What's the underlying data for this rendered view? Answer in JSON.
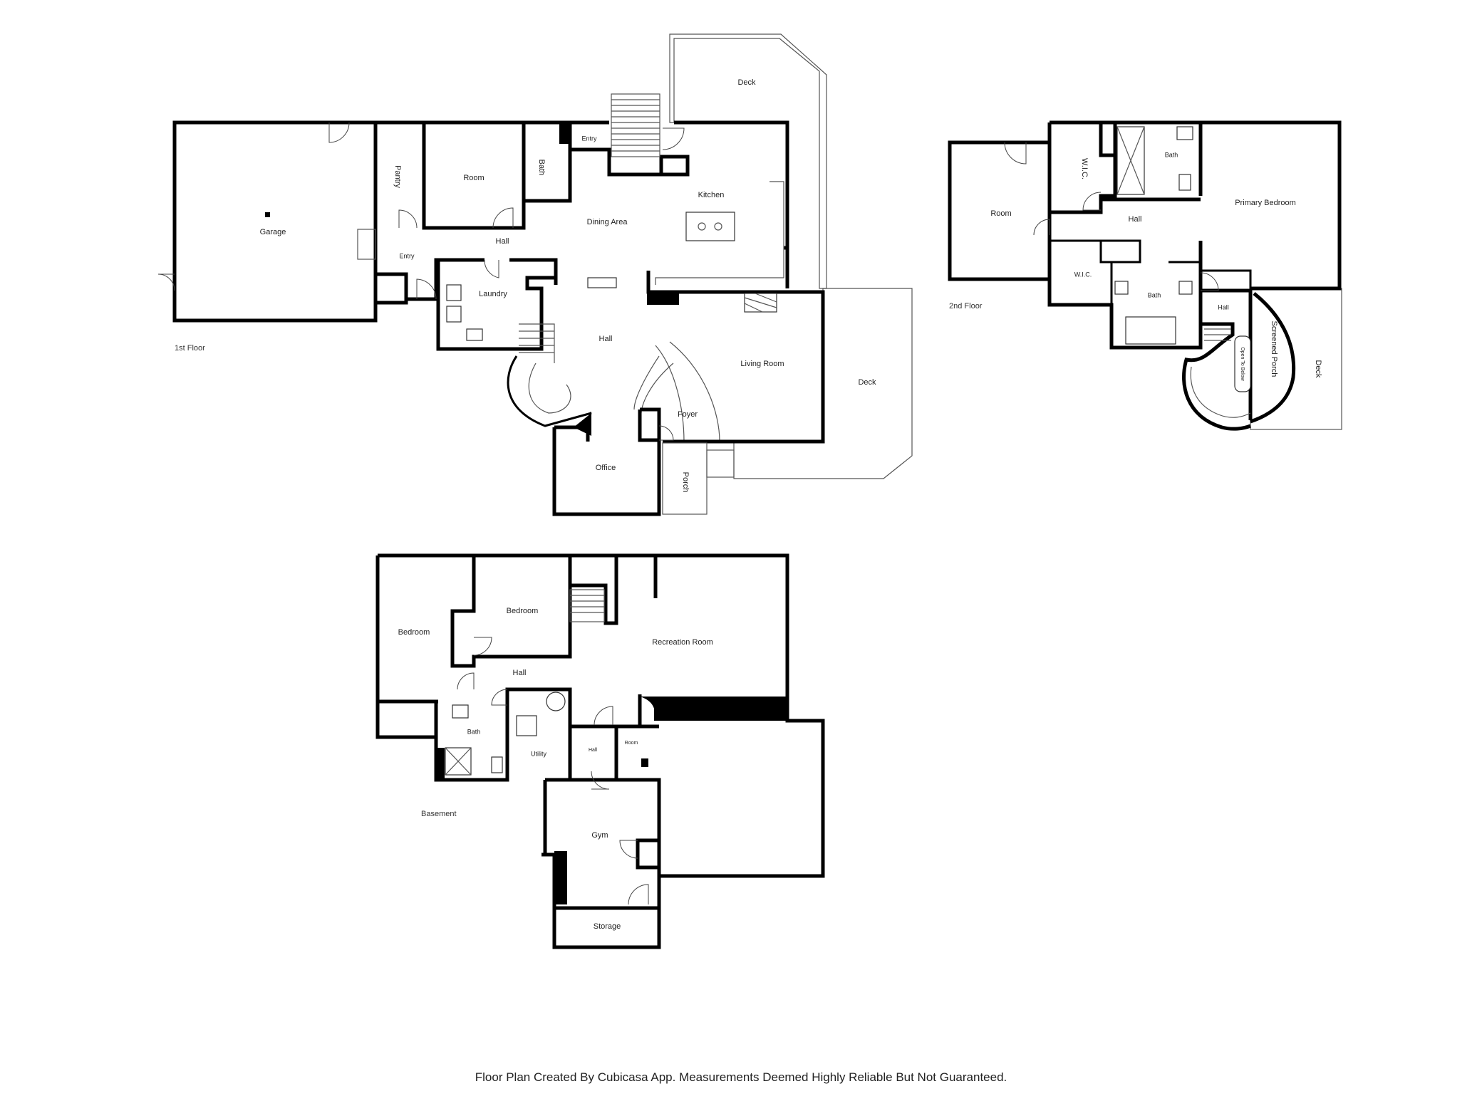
{
  "floors": {
    "first": {
      "label": "1st Floor",
      "rooms": {
        "garage": "Garage",
        "pantry": "Pantry",
        "room": "Room",
        "bath": "Bath",
        "entry_top": "Entry",
        "kitchen": "Kitchen",
        "deck_top": "Deck",
        "dining": "Dining Area",
        "hall_left": "Hall",
        "entry_left": "Entry",
        "laundry": "Laundry",
        "hall_center": "Hall",
        "living": "Living Room",
        "deck_right": "Deck",
        "foyer": "Foyer",
        "office": "Office",
        "porch": "Porch"
      }
    },
    "second": {
      "label": "2nd Floor",
      "rooms": {
        "room": "Room",
        "wic_top": "W.I.C.",
        "bath_top": "Bath",
        "primary": "Primary Bedroom",
        "hall": "Hall",
        "wic_bottom": "W.I.C.",
        "bath_bottom": "Bath",
        "hall_small": "Hall",
        "open_below": "Open To Below",
        "screened_porch": "Screened Porch",
        "deck": "Deck"
      }
    },
    "basement": {
      "label": "Basement",
      "rooms": {
        "bedroom_left": "Bedroom",
        "bedroom_center": "Bedroom",
        "recreation": "Recreation Room",
        "hall": "Hall",
        "bath": "Bath",
        "utility": "Utility",
        "hall_small": "Hall",
        "room_small": "Room",
        "gym": "Gym",
        "storage": "Storage"
      }
    }
  },
  "disclaimer": "Floor Plan Created By Cubicasa App. Measurements Deemed Highly Reliable But Not Guaranteed."
}
